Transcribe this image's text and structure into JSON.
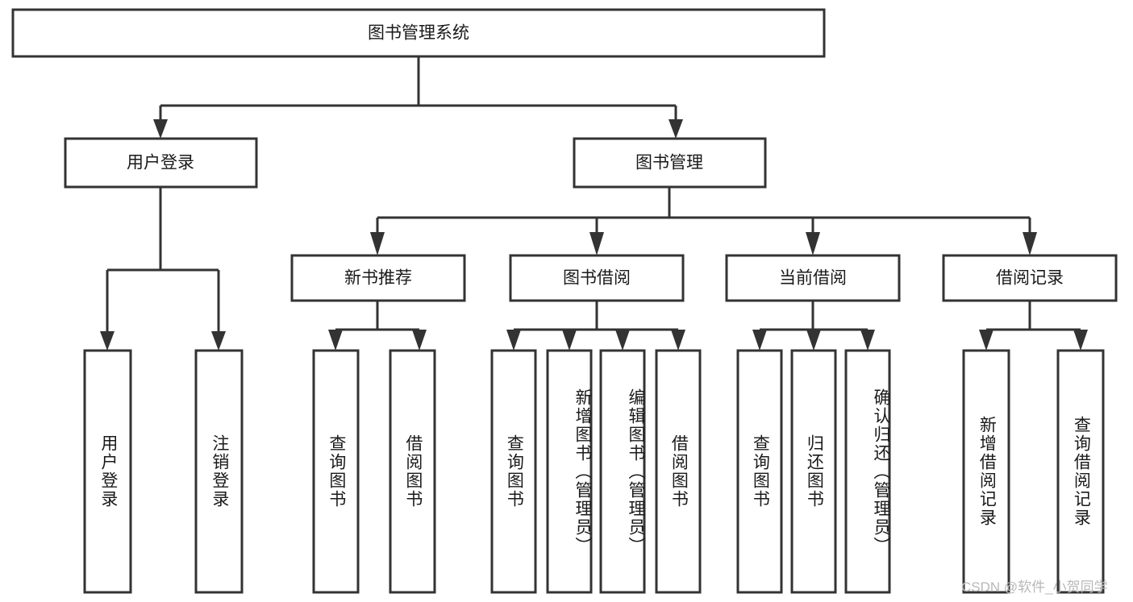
{
  "diagram": {
    "title": "图书管理系统",
    "type": "hierarchy-tree",
    "root": {
      "id": "root",
      "label": "图书管理系统"
    },
    "level2": [
      {
        "id": "user-login",
        "label": "用户登录"
      },
      {
        "id": "book-management",
        "label": "图书管理"
      }
    ],
    "level3": [
      {
        "id": "new-book-recommend",
        "label": "新书推荐",
        "parent": "book-management"
      },
      {
        "id": "book-borrow",
        "label": "图书借阅",
        "parent": "book-management"
      },
      {
        "id": "current-borrow",
        "label": "当前借阅",
        "parent": "book-management"
      },
      {
        "id": "borrow-record",
        "label": "借阅记录",
        "parent": "book-management"
      }
    ],
    "leaves": [
      {
        "id": "leaf-user-login",
        "label": "用户登录",
        "parent": "user-login"
      },
      {
        "id": "leaf-logout-login",
        "label": "注销登录",
        "parent": "user-login"
      },
      {
        "id": "leaf-query-book-1",
        "label": "查询图书",
        "parent": "new-book-recommend"
      },
      {
        "id": "leaf-borrow-book-1",
        "label": "借阅图书",
        "parent": "new-book-recommend"
      },
      {
        "id": "leaf-query-book-2",
        "label": "查询图书",
        "parent": "book-borrow"
      },
      {
        "id": "leaf-add-book",
        "label": "新增图书（管理员）",
        "parent": "book-borrow"
      },
      {
        "id": "leaf-edit-book",
        "label": "编辑图书（管理员）",
        "parent": "book-borrow"
      },
      {
        "id": "leaf-borrow-book-2",
        "label": "借阅图书",
        "parent": "book-borrow"
      },
      {
        "id": "leaf-query-book-3",
        "label": "查询图书",
        "parent": "current-borrow"
      },
      {
        "id": "leaf-return-book",
        "label": "归还图书",
        "parent": "current-borrow"
      },
      {
        "id": "leaf-confirm-return",
        "label": "确认归还（管理员）",
        "parent": "current-borrow"
      },
      {
        "id": "leaf-add-record",
        "label": "新增借阅记录",
        "parent": "borrow-record"
      },
      {
        "id": "leaf-query-record",
        "label": "查询借阅记录",
        "parent": "borrow-record"
      }
    ]
  },
  "watermark": {
    "text": "CSDN @软件_小贺同学"
  },
  "colors": {
    "stroke": "#333333",
    "fill": "#ffffff",
    "text": "#1a1a1a",
    "watermark": "#b8b8b8"
  }
}
